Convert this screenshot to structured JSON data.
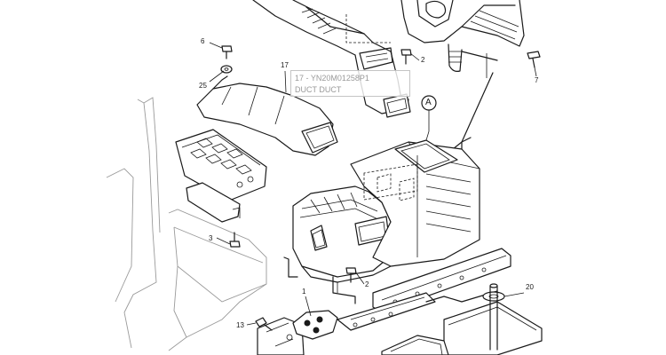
{
  "callouts": [
    {
      "id": "c6",
      "label": "6"
    },
    {
      "id": "c25",
      "label": "25"
    },
    {
      "id": "c17",
      "label": "17"
    },
    {
      "id": "c2a",
      "label": "2"
    },
    {
      "id": "c7",
      "label": "7"
    },
    {
      "id": "cA",
      "label": "A"
    },
    {
      "id": "c3",
      "label": "3"
    },
    {
      "id": "c2b",
      "label": "2"
    },
    {
      "id": "c1",
      "label": "1"
    },
    {
      "id": "c20",
      "label": "20"
    },
    {
      "id": "c13",
      "label": "13"
    }
  ],
  "tooltip": {
    "part_line": "17 - YN20M01258P1",
    "desc_line": "DUCT DUCT"
  },
  "colors": {
    "line": "#1a1a1a",
    "background": "#ffffff",
    "tooltip_text": "#9a9a9a"
  }
}
